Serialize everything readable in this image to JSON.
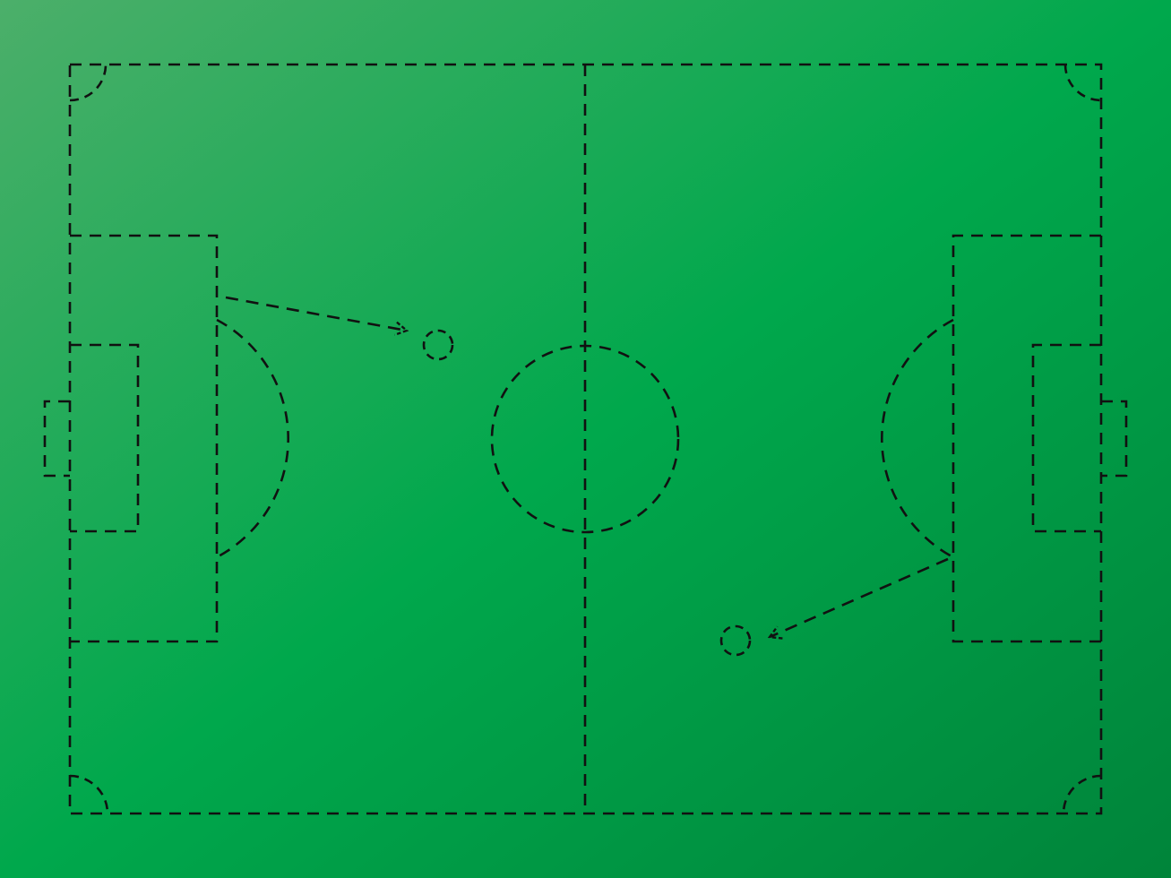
{
  "diagram": {
    "type": "football-tactics-board",
    "colors": {
      "grass_light": "#4caf6a",
      "grass_mid": "#00a84c",
      "grass_dark": "#00843a",
      "line": "#111111"
    },
    "line_style": "dashed",
    "players": [
      {
        "id": "player-left-attacker"
      },
      {
        "id": "player-right-attacker"
      }
    ],
    "passes": [
      {
        "from": "left-penalty-area-edge",
        "to": "player-left-attacker"
      },
      {
        "from": "right-penalty-area-edge",
        "to": "player-right-attacker"
      }
    ]
  }
}
